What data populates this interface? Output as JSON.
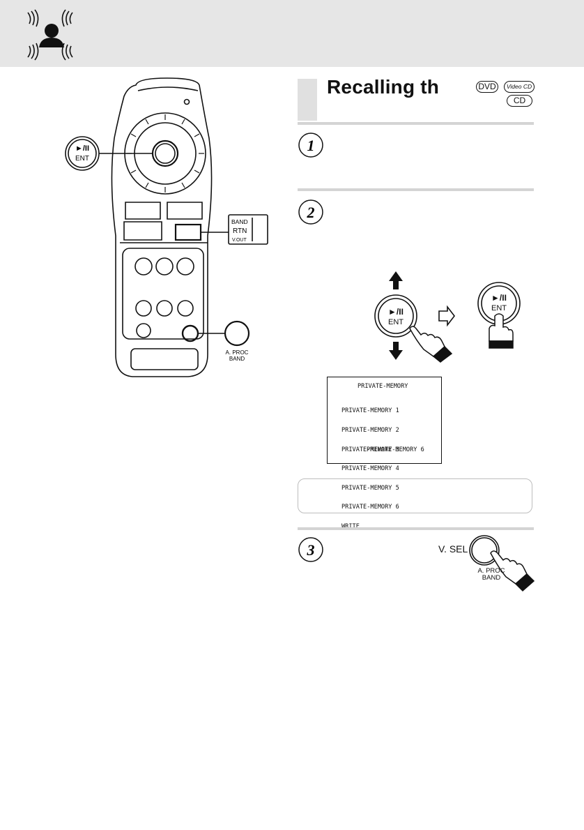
{
  "section": {
    "title": "Recalling th",
    "format_badges": [
      "DVD",
      "Video CD",
      "CD"
    ]
  },
  "remote_labels": {
    "play_symbol": "►/II",
    "ent": "ENT",
    "band": "BAND",
    "rtn": "RTN",
    "vout": "V.OUT",
    "aproc": "A. PROC",
    "band2": "BAND"
  },
  "steps": [
    {
      "number": "1"
    },
    {
      "number": "2"
    },
    {
      "number": "3"
    }
  ],
  "step2": {
    "play_symbol": "►/II",
    "ent": "ENT"
  },
  "osd": {
    "title": "PRIVATE-MEMORY",
    "items": [
      "PRIVATE-MEMORY 1",
      "PRIVATE-MEMORY 2",
      "PRIVATE-MEMORY 3",
      "PRIVATE-MEMORY 4",
      "PRIVATE-MEMORY 5",
      "PRIVATE-MEMORY 6",
      "WRITE"
    ],
    "status": "PRIVATE-MEMORY 6"
  },
  "step3": {
    "label": "V. SEL",
    "button_line1": "A. PROC",
    "button_line2": "BAND"
  },
  "icons": {
    "header": "listener-sound-icon",
    "joystick": "joystick-ent-button-icon",
    "hand": "pointing-hand-icon"
  }
}
